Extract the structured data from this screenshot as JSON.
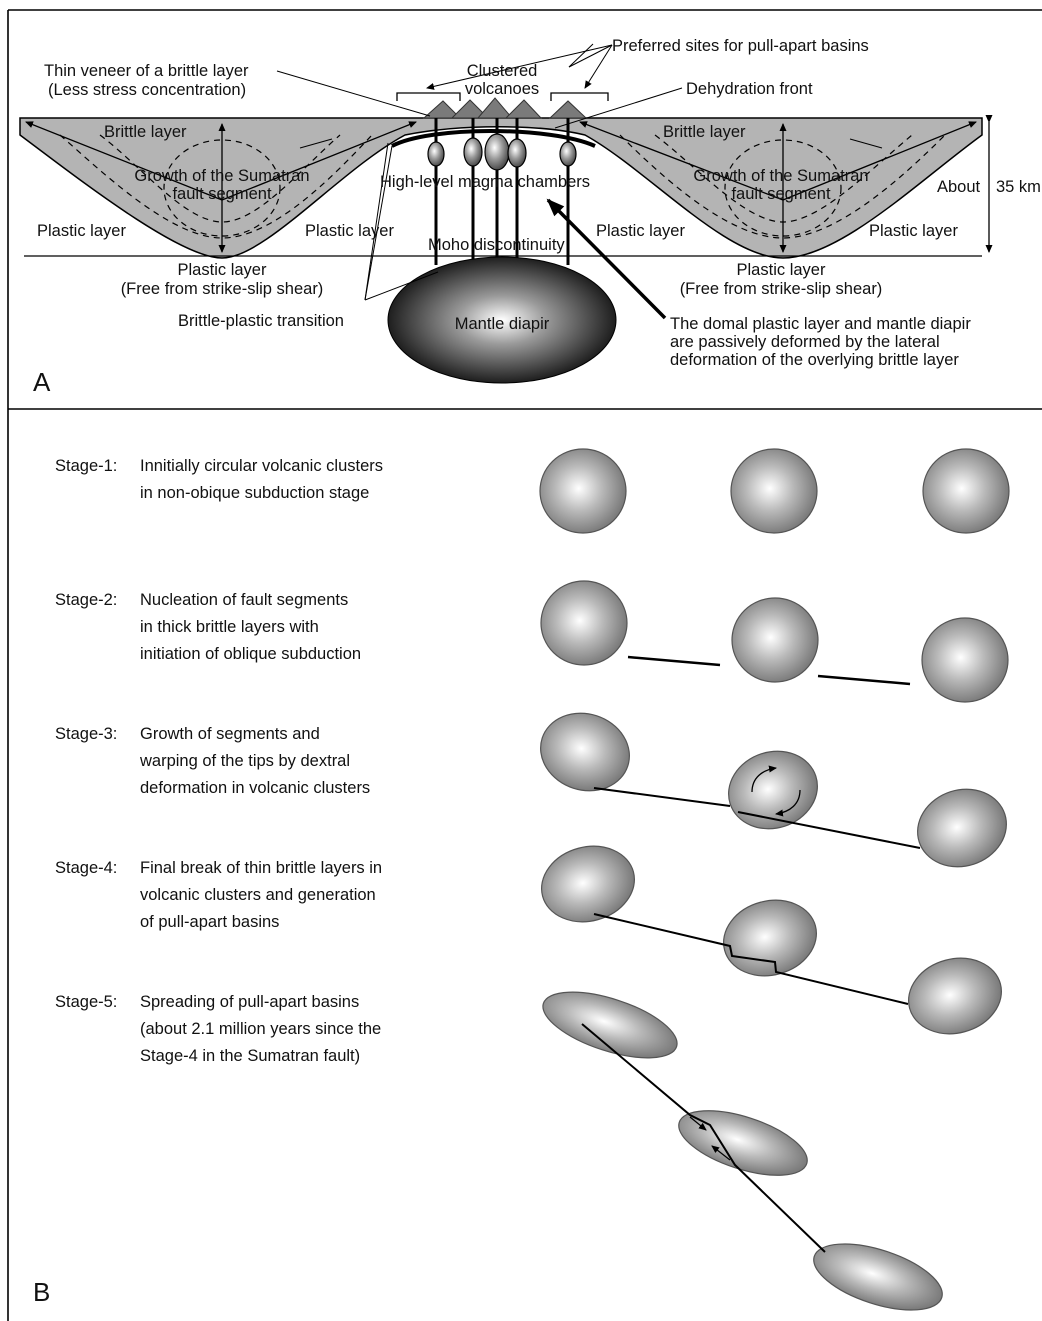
{
  "panel_a": {
    "letter": "A",
    "top_labels": {
      "thin_veneer_1": "Thin veneer of a brittle layer",
      "thin_veneer_2": "(Less stress concentration)",
      "clustered_1": "Clustered",
      "clustered_2": "volcanoes",
      "preferred_sites": "Preferred sites for pull-apart basins",
      "dehydration_front": "Dehydration front"
    },
    "brittle_layer": "Brittle layer",
    "growth_1": "Growth of the Sumatran",
    "growth_2": "fault segment",
    "plastic_layer": "Plastic layer",
    "plastic_free_1": "Plastic layer",
    "plastic_free_2": "(Free from strike-slip shear)",
    "high_level": "High-level magma chambers",
    "moho": "Moho discontinuity",
    "about": "About",
    "depth": "35 km",
    "brittle_plastic": "Brittle-plastic transition",
    "mantle_diapir": "Mantle diapir",
    "domal_1": "The domal plastic layer and mantle diapir",
    "domal_2": "are passively deformed by the lateral",
    "domal_3": "deformation of the overlying brittle layer"
  },
  "panel_b": {
    "letter": "B",
    "stages": [
      {
        "label": "Stage-1:",
        "lines": [
          "Innitially circular volcanic clusters",
          "in non-obique subduction stage"
        ]
      },
      {
        "label": "Stage-2:",
        "lines": [
          "Nucleation of fault segments",
          "in thick brittle layers with",
          "initiation of oblique subduction"
        ]
      },
      {
        "label": "Stage-3:",
        "lines": [
          "Growth of segments and",
          "warping of the tips by dextral",
          "deformation in volcanic clusters"
        ]
      },
      {
        "label": "Stage-4:",
        "lines": [
          "Final break of thin brittle layers in",
          "volcanic clusters and generation",
          "of pull-apart basins"
        ]
      },
      {
        "label": "Stage-5:",
        "lines": [
          "Spreading of pull-apart basins",
          "(about 2.1 million years since the",
          "Stage-4 in the Sumatran fault)"
        ]
      }
    ]
  },
  "colors": {
    "crust_fill": "#b4b4b4",
    "line": "#000000",
    "ellipse_light": "#ffffff",
    "ellipse_dark": "#6e6e6e"
  }
}
